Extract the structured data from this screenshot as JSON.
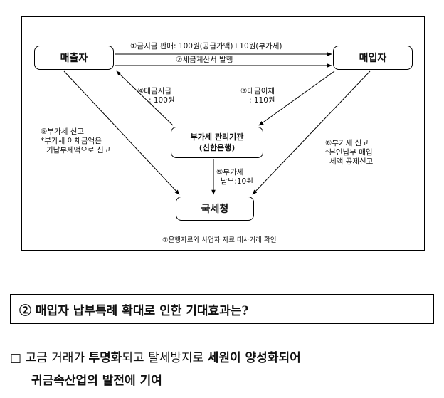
{
  "diagram": {
    "nodes": {
      "seller": "매출자",
      "buyer": "매입자",
      "bank_line1": "부가세 관리기관",
      "bank_line2": "(신한은행)",
      "nts": "국세청"
    },
    "labels": {
      "step1": "①금지금 판매: 100원(공급가액)+10원(부가세)",
      "step2": "②세금계산서 발행",
      "step3_line1": "③대금이체",
      "step3_line2": ": 110원",
      "step4_line1": "④대금지급",
      "step4_line2": ": 100원",
      "step5_line1": "⑤부가세",
      "step5_line2": "납부:10원",
      "step6_left_line1": "⑥부가세 신고",
      "step6_left_line2": "*부가세 이체금액은",
      "step6_left_line3": "기납부세액으로 신고",
      "step6_right_line1": "⑥부가세 신고",
      "step6_right_line2": "*본인납부 매입",
      "step6_right_line3": "세액 공제신고",
      "step7": "⑦은행자료와 사업자 자료 대사거래 확인"
    }
  },
  "question": "② 매입자 납부특례 확대로 인한 기대효과는?",
  "answer": {
    "bullet": "□",
    "p1": "고금 거래가 ",
    "p2": "투명화",
    "p3": "되고 탈세방지로 ",
    "p4": "세원이 양성화되어",
    "p5": "귀금속산업의 발전에 기여"
  }
}
